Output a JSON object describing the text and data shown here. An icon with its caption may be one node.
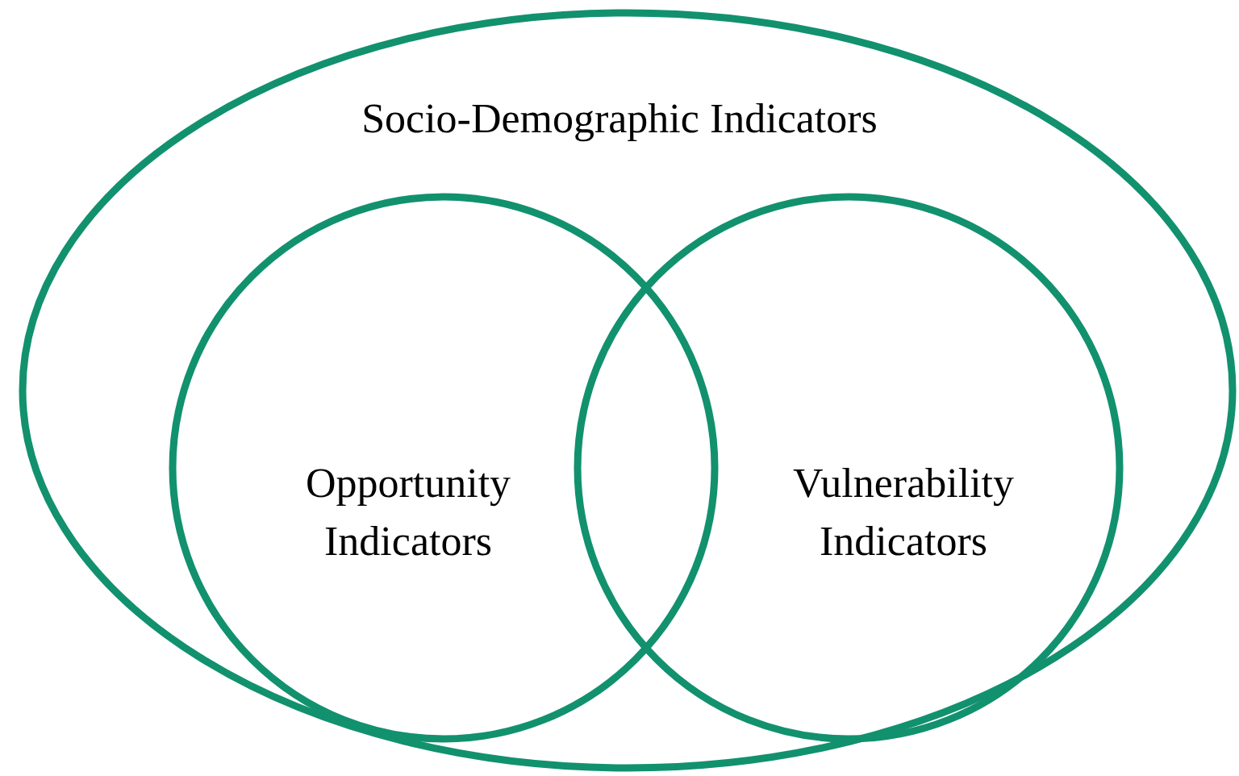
{
  "diagram": {
    "nodes": [
      {
        "text": [
          "Socio-Demographic Indicators"
        ]
      },
      {
        "text": [
          "Opportunity Indicators"
        ],
        "in": 0
      },
      {
        "text": [
          "Vulnerability Indicators"
        ],
        "in": 0
      }
    ]
  }
}
